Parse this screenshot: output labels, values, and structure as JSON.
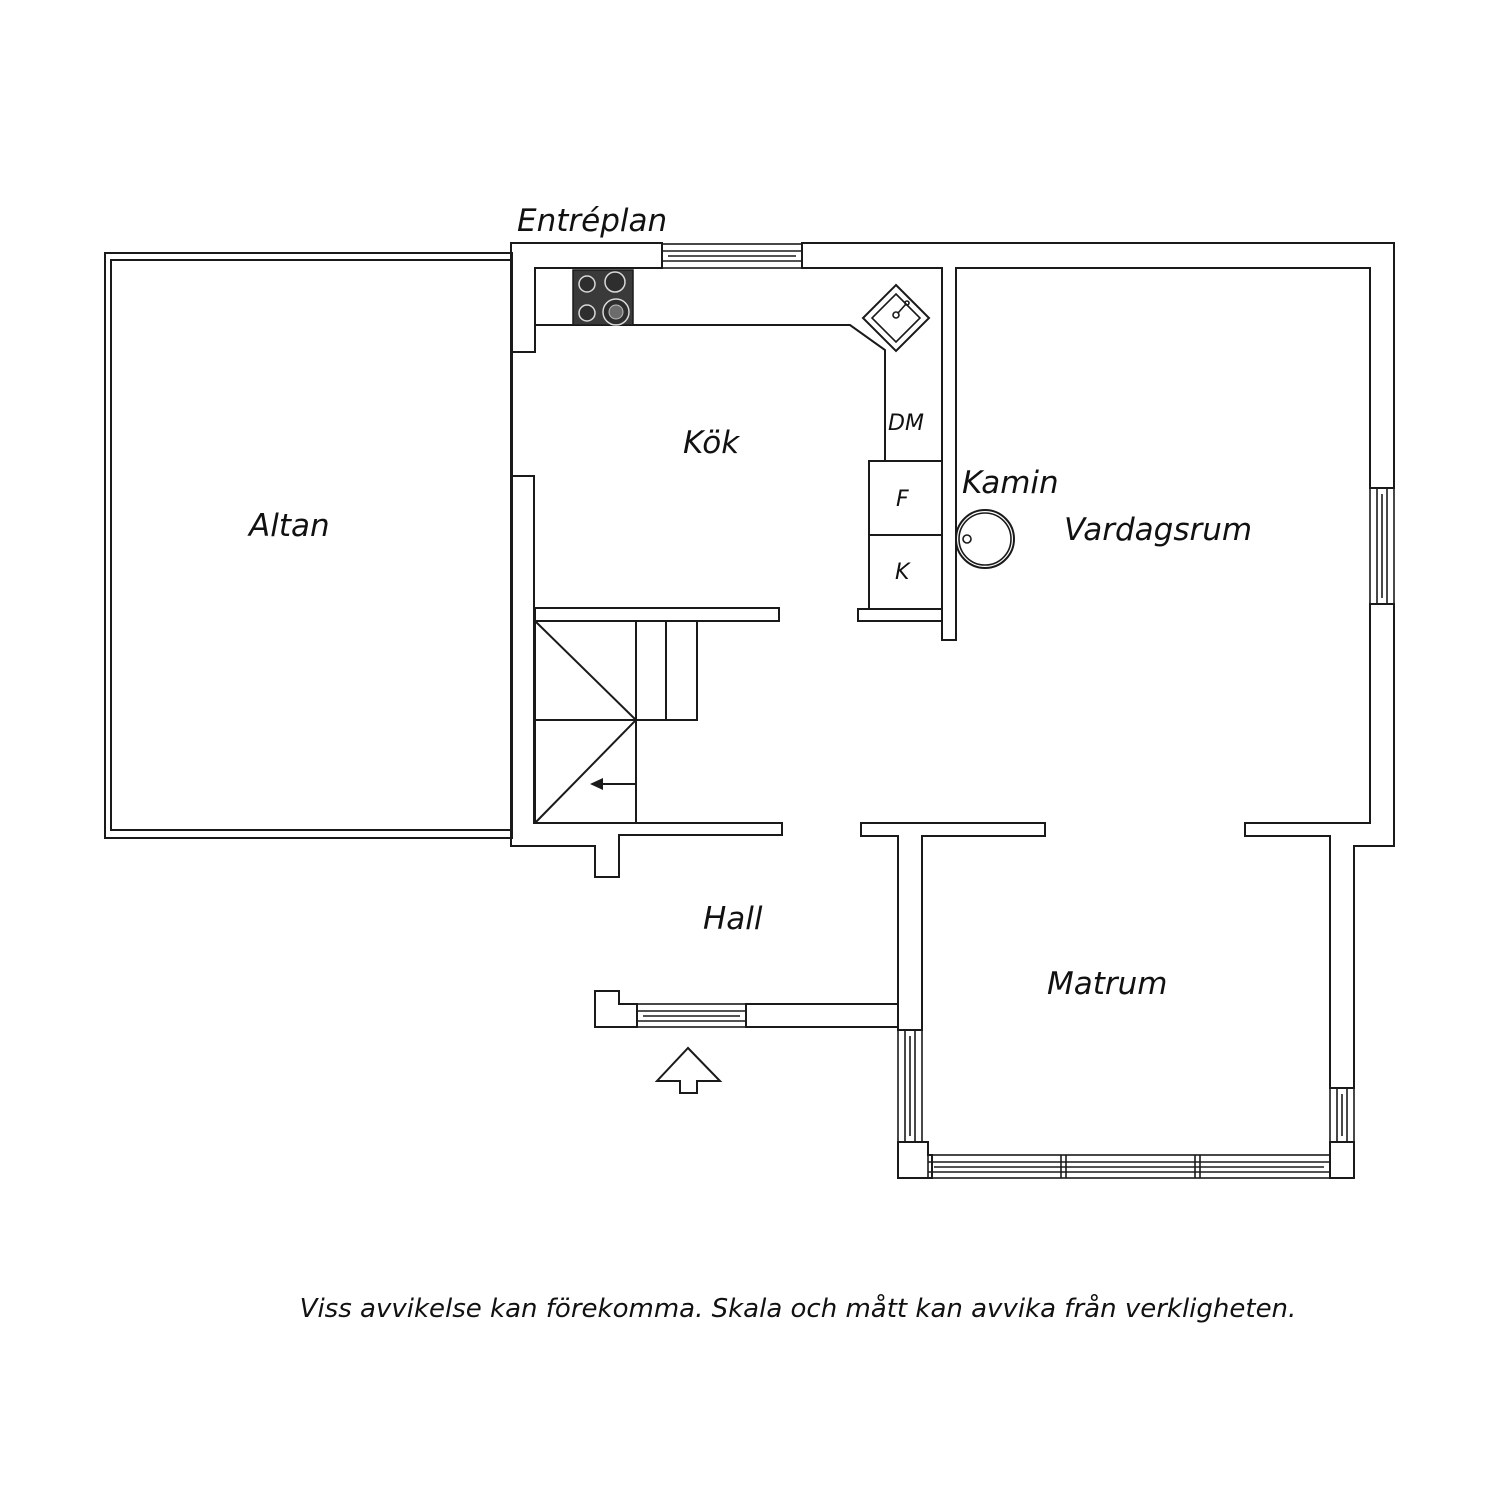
{
  "plan": {
    "title": "Entréplan",
    "rooms": {
      "altan": "Altan",
      "kok": "Kök",
      "vardagsrum": "Vardagsrum",
      "hall": "Hall",
      "matrum": "Matrum",
      "kamin": "Kamin"
    },
    "fixtures": {
      "dishwasher": "DM",
      "freezer": "F",
      "fridge": "K"
    },
    "disclaimer": "Viss avvikelse kan förekomma. Skala och mått kan avvika från verkligheten."
  }
}
